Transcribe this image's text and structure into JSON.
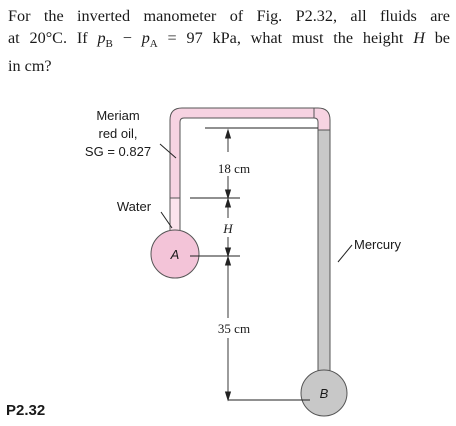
{
  "problem": {
    "line1": "For the inverted manometer of Fig. P2.32, all fluids are",
    "line2_a": "at 20°C. If ",
    "line2_pb": "p",
    "line2_pb_sub": "B",
    "line2_minus": " − ",
    "line2_pa": "p",
    "line2_pa_sub": "A",
    "line2_b": " = 97 kPa, what must the height ",
    "line2_h": "H",
    "line2_c": " be",
    "line3": "in cm?"
  },
  "figure": {
    "label": "P2.32",
    "oil_label": [
      "Meriam",
      "red oil,",
      "SG = 0.827"
    ],
    "water_label": "Water",
    "mercury_label": "Mercury",
    "bulb_a": "A",
    "bulb_b": "B",
    "dim_top": "18 cm",
    "dim_h": "H",
    "dim_bottom": "35 cm"
  },
  "colors": {
    "oil": "#f7d3e2",
    "water": "#fbe3ec",
    "mercury": "#c8c8c8",
    "bulb_a": "#f3c4d8",
    "tube_outline": "#555555"
  }
}
